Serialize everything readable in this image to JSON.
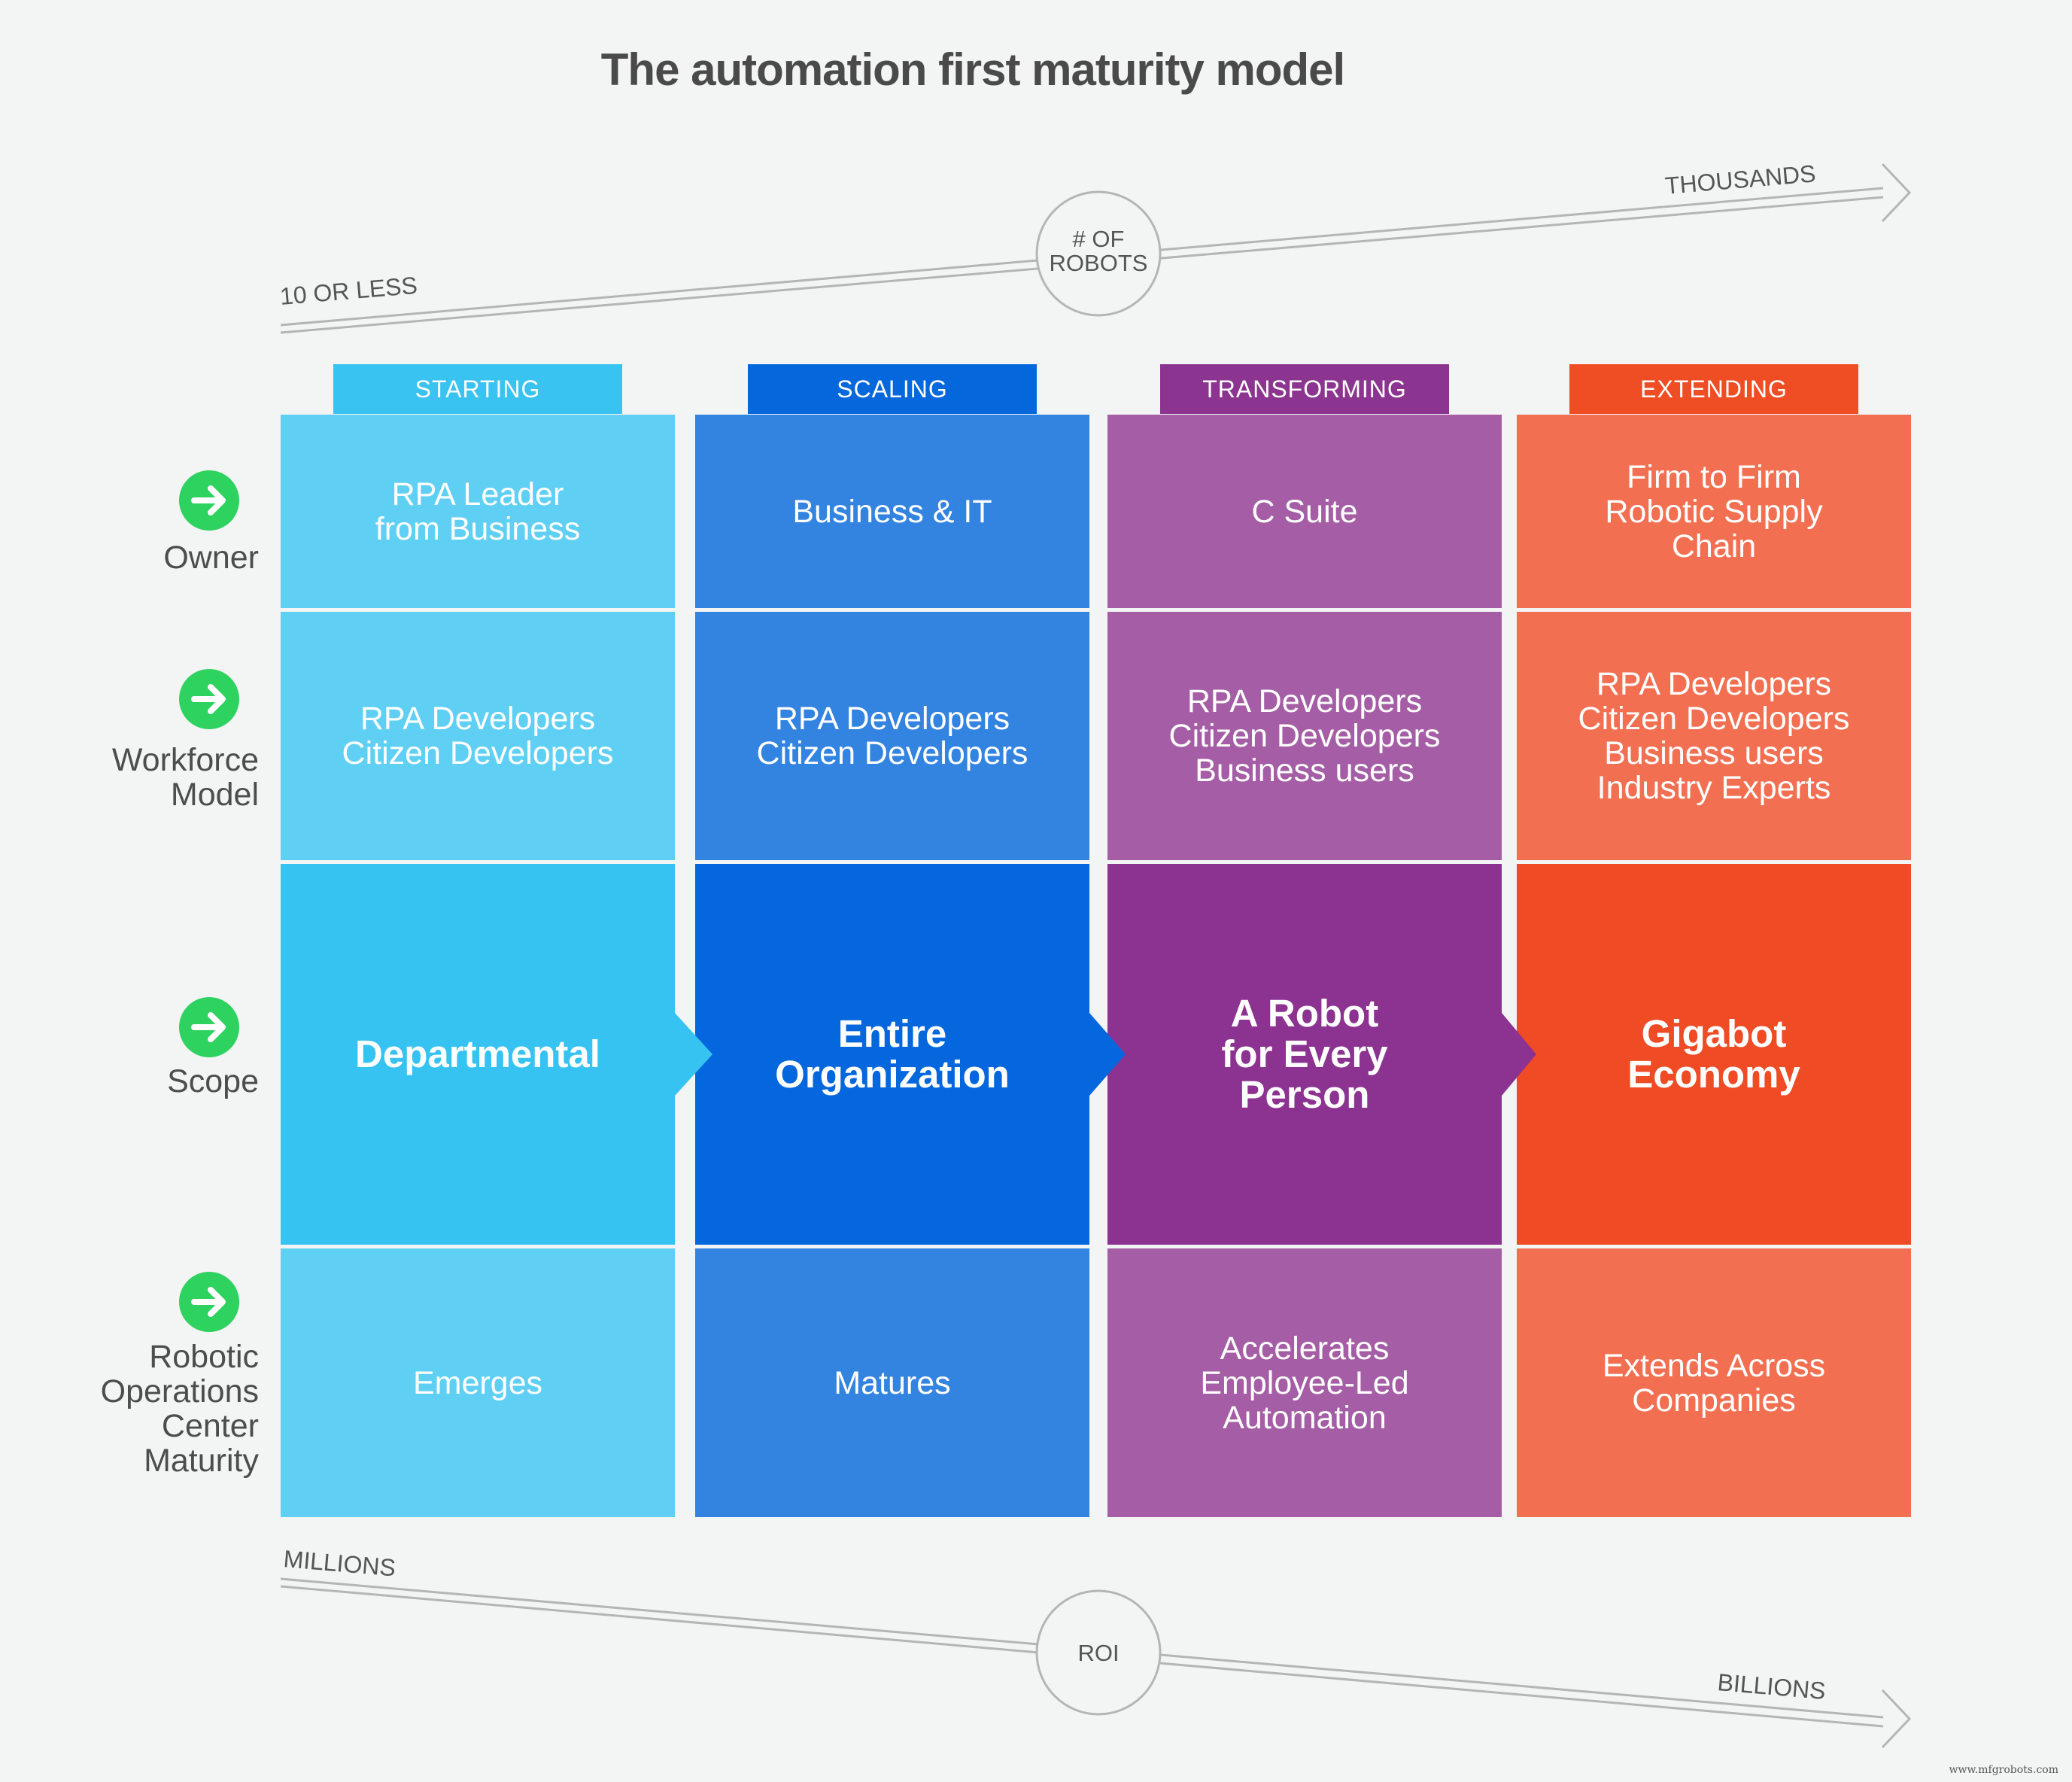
{
  "title": "The automation first maturity model",
  "robots_axis": {
    "start": "10 OR LESS",
    "end": "THOUSANDS",
    "center_line1": "# OF",
    "center_line2": "ROBOTS"
  },
  "roi_axis": {
    "start": "MILLIONS",
    "end": "BILLIONS",
    "center": "ROI"
  },
  "stages": [
    {
      "label": "STARTING",
      "tab_color": "#38c3f1",
      "light": "#5fd0f4",
      "dark": "#36c3f1"
    },
    {
      "label": "SCALING",
      "tab_color": "#0567dc",
      "light": "#3383e0",
      "dark": "#0567dd"
    },
    {
      "label": "TRANSFORMING",
      "tab_color": "#8c3590",
      "light": "#a55ea6",
      "dark": "#8c3290"
    },
    {
      "label": "EXTENDING",
      "tab_color": "#ef4d23",
      "light": "#f27051",
      "dark": "#ef4b24"
    }
  ],
  "rows": [
    {
      "label": "Owner",
      "cells": [
        "RPA Leader\nfrom Business",
        "Business & IT",
        "C Suite",
        "Firm to Firm\nRobotic Supply\nChain"
      ]
    },
    {
      "label": "Workforce\nModel",
      "cells": [
        "RPA Developers\nCitizen Developers",
        "RPA Developers\nCitizen Developers",
        "RPA Developers\nCitizen Developers\nBusiness users",
        "RPA Developers\nCitizen Developers\nBusiness users\nIndustry Experts"
      ]
    },
    {
      "label": "Scope",
      "cells": [
        "Departmental",
        "Entire\nOrganization",
        "A Robot\nfor Every\nPerson",
        "Gigabot\nEconomy"
      ]
    },
    {
      "label": "Robotic\nOperations\nCenter\nMaturity",
      "cells": [
        "Emerges",
        "Matures",
        "Accelerates\nEmployee-Led\nAutomation",
        "Extends Across\nCompanies"
      ]
    }
  ],
  "watermark": "www.mfgrobots.com"
}
